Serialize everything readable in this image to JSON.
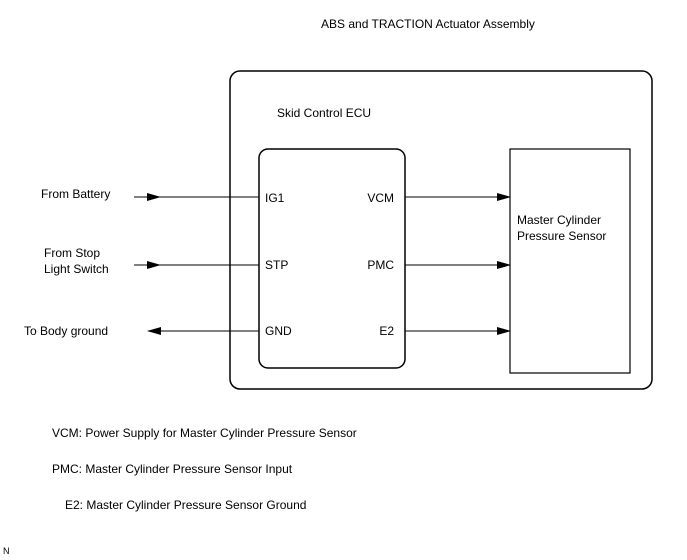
{
  "assembly_title": "ABS and TRACTION Actuator Assembly",
  "ecu_title": "Skid Control ECU",
  "sensor_label": [
    "Master Cylinder",
    "Pressure Sensor"
  ],
  "external": {
    "battery": "From Battery",
    "stop_switch": [
      "From Stop",
      "Light Switch"
    ],
    "ground": "To Body ground"
  },
  "ecu_pins": {
    "ig1": "IG1",
    "stp": "STP",
    "gnd": "GND",
    "vcm": "VCM",
    "pmc": "PMC",
    "e2": "E2"
  },
  "legend": [
    "VCM: Power Supply for Master Cylinder Pressure Sensor",
    "PMC: Master Cylinder Pressure Sensor Input",
    "E2: Master Cylinder Pressure Sensor Ground"
  ],
  "corner_mark": "N"
}
